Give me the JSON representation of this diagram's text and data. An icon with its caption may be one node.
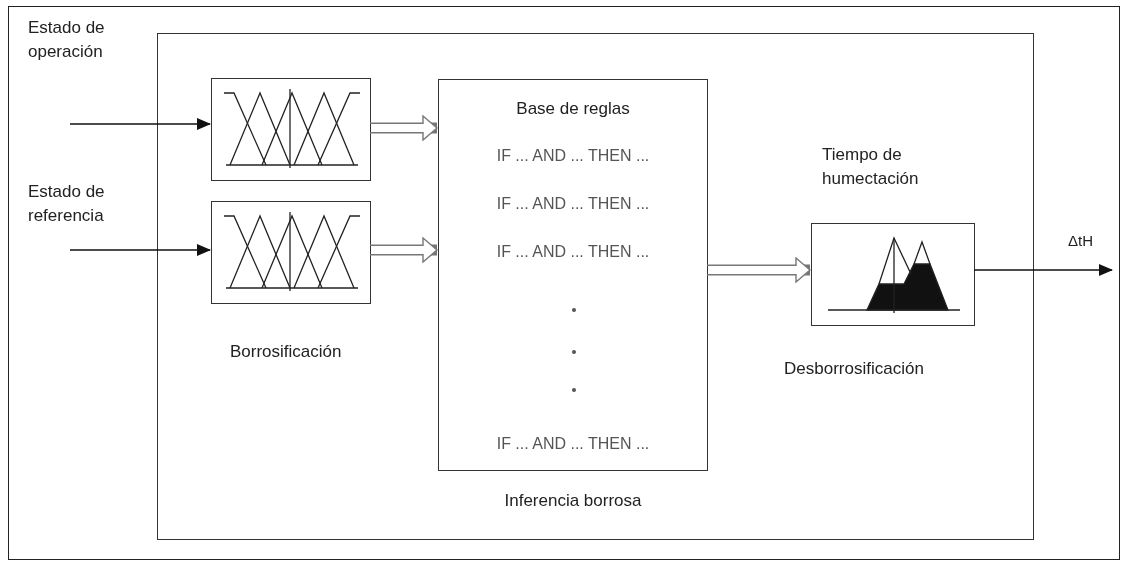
{
  "diagram": {
    "nodes": [
      {
        "text": [],
        "shape": "box"
      },
      {
        "text": [],
        "shape": "picture",
        "in": 0
      },
      {
        "text": [],
        "shape": "picture",
        "in": 0
      },
      {
        "text": [
          "Base de reglas",
          "IF ... AND ... THEN ...",
          "IF ... AND ... THEN ...",
          "IF ... AND ... THEN ...",
          "IF ... AND ... THEN ..."
        ],
        "beside": [
          "Inferencia borrosa"
        ],
        "in": 0
      },
      {
        "text": [],
        "shape": "picture",
        "in": 0
      }
    ],
    "edges": [
      {
        "from": null,
        "to": 1,
        "arrow": "to"
      },
      {
        "from": null,
        "to": 2,
        "arrow": "to"
      },
      {
        "from": 1,
        "to": 3,
        "arrow": "to",
        "style": "thick",
        "color": "#777777"
      },
      {
        "from": 2,
        "to": 3,
        "arrow": "to",
        "style": "thick",
        "color": "#777777"
      },
      {
        "from": 3,
        "to": 4,
        "arrow": "to",
        "style": "thick",
        "color": "#777777"
      },
      {
        "from": 4,
        "to": null,
        "arrow": "to",
        "label": "ΔtH"
      }
    ],
    "labels": [
      "Estado de operación",
      "Estado de referencia",
      "Borrosificación",
      "Tiempo de humectación",
      "Desborrosificación"
    ]
  }
}
